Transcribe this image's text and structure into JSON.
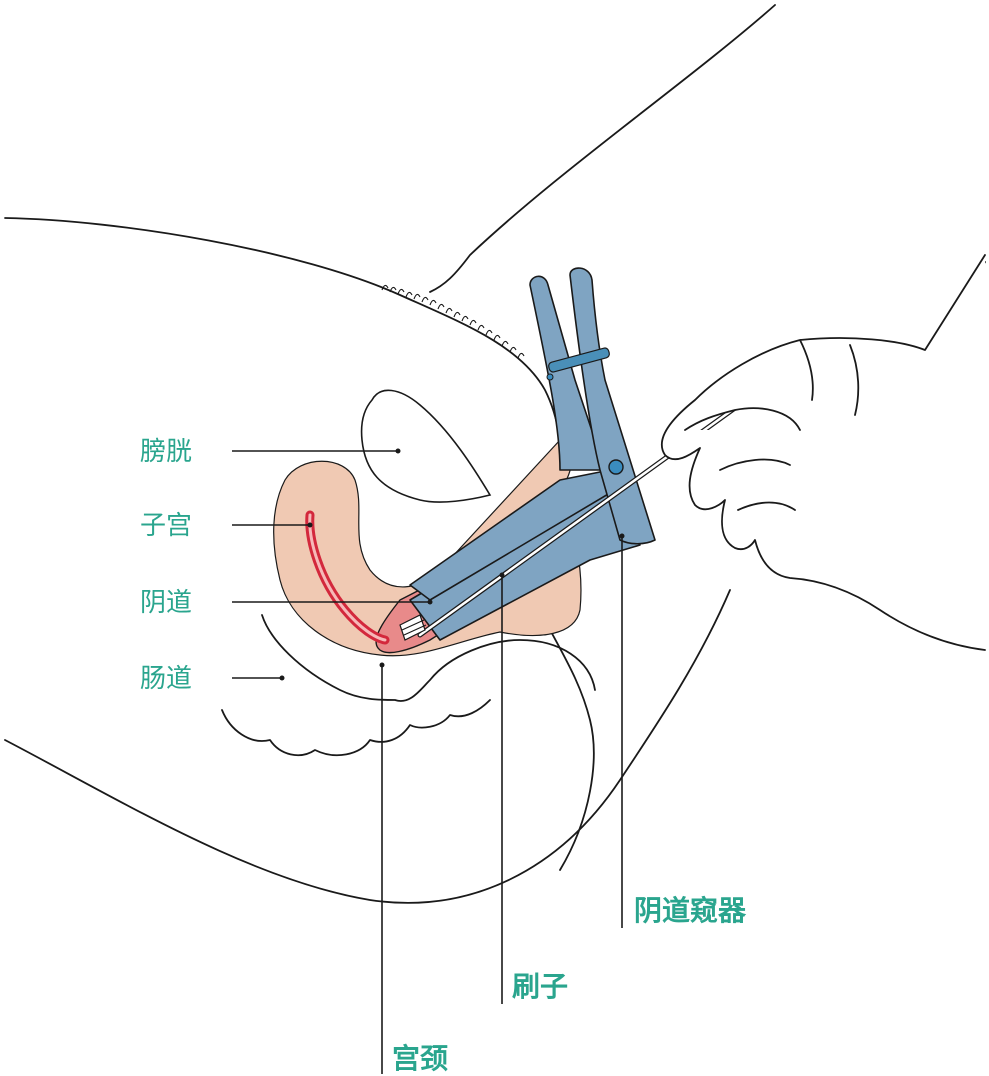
{
  "labels": {
    "bladder": "膀胱",
    "uterus": "子宫",
    "vagina": "阴道",
    "bowel": "肠道",
    "speculum": "阴道窥器",
    "brush": "刷子",
    "cervix": "宫颈"
  },
  "colors": {
    "label": "#2aa58e",
    "outline": "#1a1a1a",
    "speculum": "#7fa4c2",
    "skin_pink": "#f0c9b3",
    "vagina_pink": "#e88a8a",
    "uterus_red": "#d3283c"
  }
}
